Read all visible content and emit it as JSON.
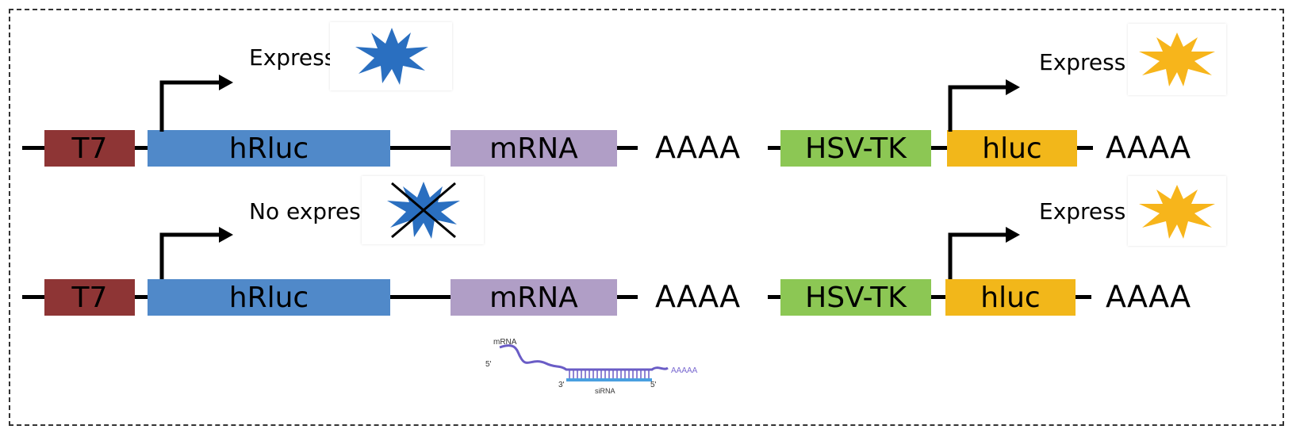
{
  "colors": {
    "t7": "#8e3535",
    "hrluc": "#5089c9",
    "mrna": "#b09ec6",
    "hsvtk": "#8cc754",
    "hluc": "#f2b71a",
    "blue_star": "#2a6fc0",
    "yellow_star": "#f7b51b"
  },
  "constructs": [
    {
      "t7": "T7",
      "hrluc": "hRluc",
      "mrna": "mRNA",
      "polya_1": "AAAA",
      "hsvtk": "HSV-TK",
      "hluc": "hluc",
      "polya_2": "AAAA",
      "left_status": "Express",
      "right_status": "Express",
      "left_star_icon": "blue-starburst-icon",
      "right_star_icon": "yellow-starburst-icon"
    },
    {
      "t7": "T7",
      "hrluc": "hRluc",
      "mrna": "mRNA",
      "polya_1": "AAAA",
      "hsvtk": "HSV-TK",
      "hluc": "hluc",
      "polya_2": "AAAA",
      "left_status": "No express",
      "right_status": "Express",
      "left_star_icon": "crossed-blue-starburst-icon",
      "right_star_icon": "yellow-starburst-icon"
    }
  ],
  "sirna_inset": {
    "mrna_label": "mRNA",
    "five_prime_top": "5'",
    "polya": "AAAAA",
    "three_prime": "3'",
    "sirna_label": "siRNA",
    "five_prime_bottom": "5'"
  }
}
